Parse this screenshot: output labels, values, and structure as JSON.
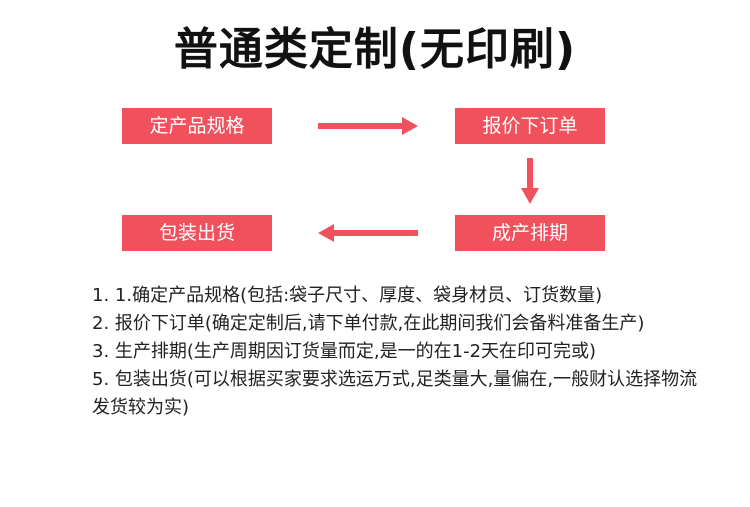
{
  "title": "普通类定制(无印刷)",
  "colors": {
    "accent": "#f0515d",
    "text": "#222222"
  },
  "flow": {
    "step1": "定产品规格",
    "step2": "报价下订单",
    "step3": "成产排期",
    "step4": "包装出货"
  },
  "steps": [
    "1. 1.确定产品规格(包括:袋子尺寸、厚度、袋身材员、订货数量)",
    "2. 报价下订单(确定定制后,请下单付款,在此期间我们会备料准备生产)",
    "3. 生产排期(生产周期因订货量而定,是一的在1-2天在印可完或)",
    "5. 包装出货(可以根据买家要求选运万式,足类量大,量偏在,一般财认选择物流发货较为实)"
  ]
}
